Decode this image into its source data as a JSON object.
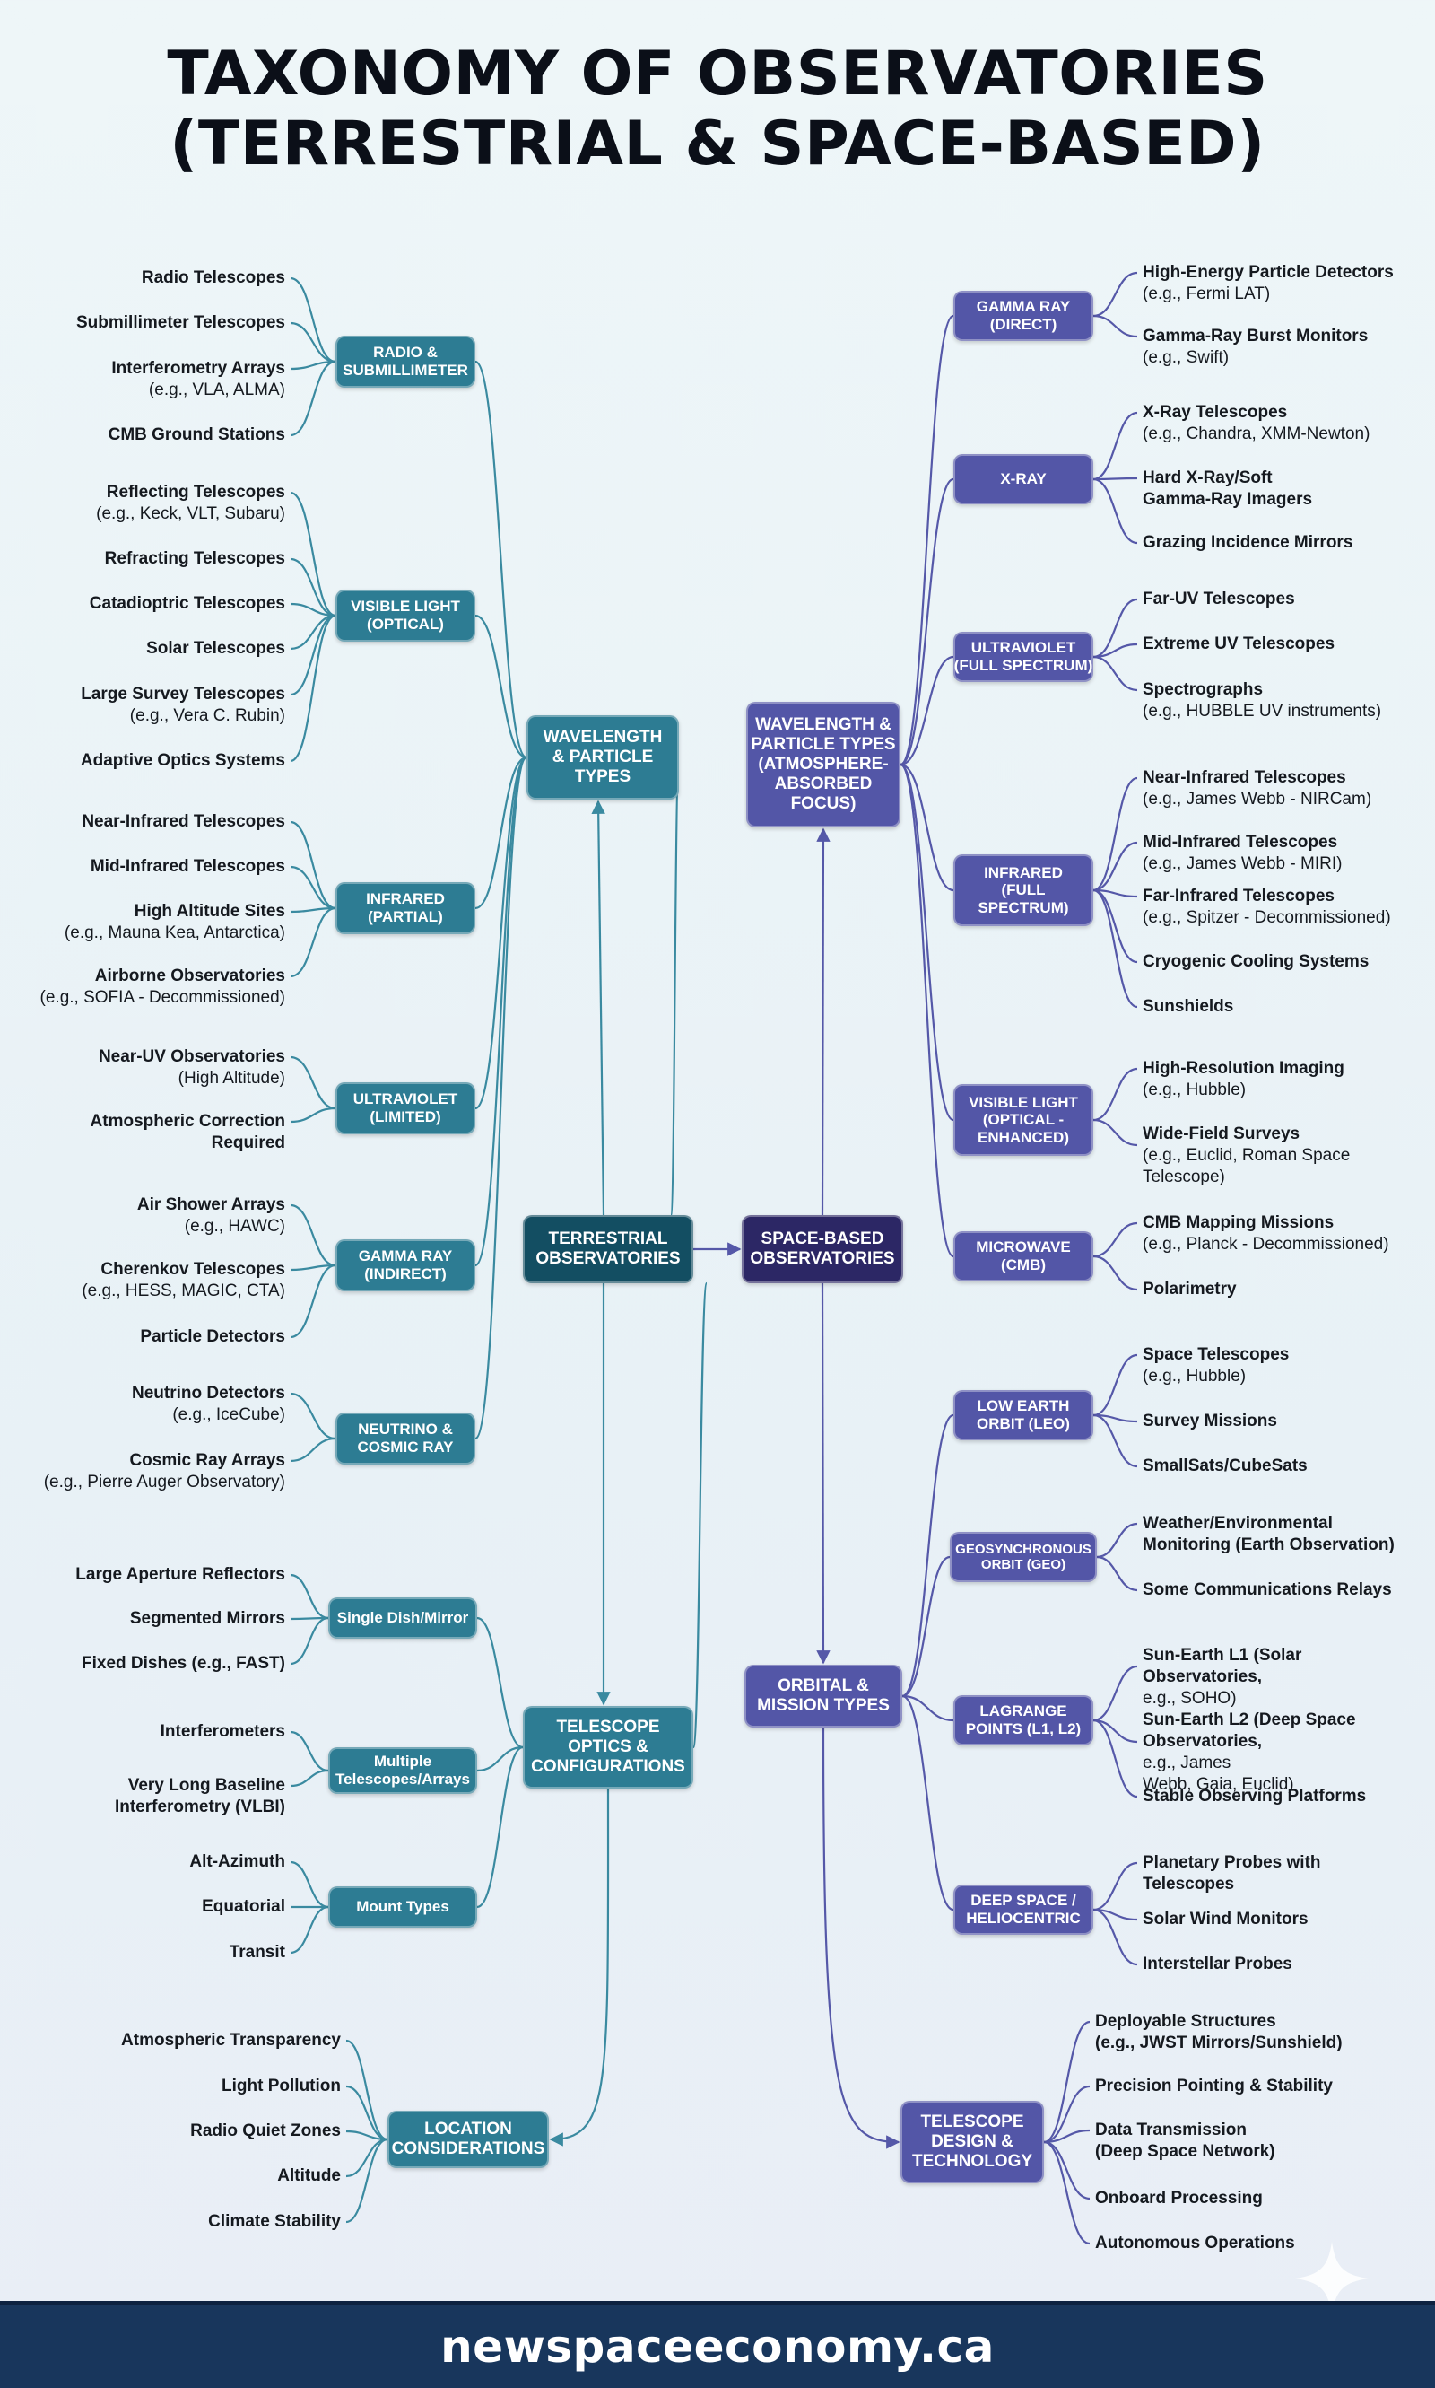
{
  "title": {
    "line1": "TAXONOMY OF OBSERVATORIES",
    "line2": "(TERRESTRIAL & SPACE-BASED)"
  },
  "footer": {
    "text": "newspaceeconomy.ca"
  },
  "colors": {
    "terrestrial": "#2d7c93",
    "space": "#5356a7",
    "terrestrial_root": "#134e62",
    "space_root": "#2c2765",
    "footer": "#18365c"
  },
  "icons": [
    "sparkle-icon"
  ],
  "roots": {
    "terrestrial": [
      "TERRESTRIAL",
      "OBSERVATORIES"
    ],
    "space": [
      "SPACE-BASED",
      "OBSERVATORIES"
    ]
  },
  "terrestrial": {
    "wavelength": {
      "label": [
        "WAVELENGTH",
        "& PARTICLE",
        "TYPES"
      ],
      "groups": [
        {
          "label": [
            "RADIO &",
            "SUBMILLIMETER"
          ],
          "leaves": [
            {
              "t": "Radio Telescopes"
            },
            {
              "t": "Submillimeter Telescopes"
            },
            {
              "t": "Interferometry Arrays",
              "s": "(e.g., VLA, ALMA)"
            },
            {
              "t": "CMB Ground Stations"
            }
          ]
        },
        {
          "label": [
            "VISIBLE LIGHT",
            "(OPTICAL)"
          ],
          "leaves": [
            {
              "t": "Reflecting Telescopes",
              "s": "(e.g., Keck, VLT, Subaru)"
            },
            {
              "t": "Refracting Telescopes"
            },
            {
              "t": "Catadioptric Telescopes"
            },
            {
              "t": "Solar Telescopes"
            },
            {
              "t": "Large Survey Telescopes",
              "s": "(e.g., Vera C. Rubin)"
            },
            {
              "t": "Adaptive Optics Systems"
            }
          ]
        },
        {
          "label": [
            "INFRARED",
            "(PARTIAL)"
          ],
          "leaves": [
            {
              "t": "Near-Infrared Telescopes"
            },
            {
              "t": "Mid-Infrared Telescopes"
            },
            {
              "t": "High Altitude Sites",
              "s": "(e.g., Mauna Kea, Antarctica)"
            },
            {
              "t": "Airborne Observatories",
              "s": "(e.g., SOFIA - Decommissioned)"
            }
          ]
        },
        {
          "label": [
            "ULTRAVIOLET",
            "(LIMITED)"
          ],
          "leaves": [
            {
              "t": "Near-UV Observatories",
              "s": "(High Altitude)"
            },
            {
              "t": "Atmospheric Correction",
              "t2": "Required"
            }
          ]
        },
        {
          "label": [
            "GAMMA RAY",
            "(INDIRECT)"
          ],
          "leaves": [
            {
              "t": "Air Shower Arrays",
              "s": "(e.g., HAWC)"
            },
            {
              "t": "Cherenkov Telescopes",
              "s": "(e.g., HESS, MAGIC, CTA)"
            },
            {
              "t": "Particle Detectors"
            }
          ]
        },
        {
          "label": [
            "NEUTRINO &",
            "COSMIC RAY"
          ],
          "leaves": [
            {
              "t": "Neutrino Detectors",
              "s": "(e.g., IceCube)"
            },
            {
              "t": "Cosmic Ray Arrays",
              "s": "(e.g., Pierre Auger Observatory)"
            }
          ]
        }
      ]
    },
    "optics": {
      "label": [
        "TELESCOPE",
        "OPTICS &",
        "CONFIGURATIONS"
      ],
      "groups": [
        {
          "label": [
            "Single Dish/Mirror"
          ],
          "leaves": [
            {
              "t": "Large Aperture Reflectors"
            },
            {
              "t": "Segmented Mirrors"
            },
            {
              "t": "Fixed Dishes (e.g., FAST)"
            }
          ]
        },
        {
          "label": [
            "Multiple",
            "Telescopes/Arrays"
          ],
          "leaves": [
            {
              "t": "Interferometers"
            },
            {
              "t": "Very Long Baseline",
              "t2": "Interferometry (VLBI)"
            }
          ]
        },
        {
          "label": [
            "Mount Types"
          ],
          "leaves": [
            {
              "t": "Alt-Azimuth"
            },
            {
              "t": "Equatorial"
            },
            {
              "t": "Transit"
            }
          ]
        }
      ]
    },
    "location": {
      "label": [
        "LOCATION",
        "CONSIDERATIONS"
      ],
      "leaves": [
        {
          "t": "Atmospheric Transparency"
        },
        {
          "t": "Light Pollution"
        },
        {
          "t": "Radio Quiet Zones"
        },
        {
          "t": "Altitude"
        },
        {
          "t": "Climate Stability"
        }
      ]
    }
  },
  "space": {
    "wavelength": {
      "label": [
        "WAVELENGTH &",
        "PARTICLE TYPES",
        "(ATMOSPHERE-",
        "ABSORBED",
        "FOCUS)"
      ],
      "groups": [
        {
          "label": [
            "GAMMA RAY",
            "(DIRECT)"
          ],
          "leaves": [
            {
              "t": "High-Energy Particle Detectors",
              "s": "(e.g., Fermi LAT)"
            },
            {
              "t": "Gamma-Ray Burst Monitors",
              "s": "(e.g., Swift)"
            }
          ]
        },
        {
          "label": [
            "X-RAY"
          ],
          "leaves": [
            {
              "t": "X-Ray Telescopes",
              "s": "(e.g., Chandra, XMM-Newton)"
            },
            {
              "t": "Hard X-Ray/Soft",
              "t2": "Gamma-Ray Imagers"
            },
            {
              "t": "Grazing Incidence Mirrors"
            }
          ]
        },
        {
          "label": [
            "ULTRAVIOLET",
            "(FULL SPECTRUM)"
          ],
          "leaves": [
            {
              "t": "Far-UV Telescopes"
            },
            {
              "t": "Extreme UV Telescopes"
            },
            {
              "t": "Spectrographs",
              "s": "(e.g., HUBBLE UV instruments)"
            }
          ]
        },
        {
          "label": [
            "INFRARED",
            "(FULL",
            "SPECTRUM)"
          ],
          "leaves": [
            {
              "t": "Near-Infrared Telescopes",
              "s": "(e.g., James Webb - NIRCam)"
            },
            {
              "t": "Mid-Infrared Telescopes",
              "s": "(e.g., James Webb - MIRI)"
            },
            {
              "t": "Far-Infrared Telescopes",
              "s": "(e.g., Spitzer - Decommissioned)"
            },
            {
              "t": "Cryogenic Cooling Systems"
            },
            {
              "t": "Sunshields"
            }
          ]
        },
        {
          "label": [
            "VISIBLE LIGHT",
            "(OPTICAL -",
            "ENHANCED)"
          ],
          "leaves": [
            {
              "t": "High-Resolution Imaging",
              "s": "(e.g., Hubble)"
            },
            {
              "t": "Wide-Field Surveys",
              "s": "(e.g., Euclid, Roman Space",
              "s2": "Telescope)"
            }
          ]
        },
        {
          "label": [
            "MICROWAVE",
            "(CMB)"
          ],
          "leaves": [
            {
              "t": "CMB Mapping Missions",
              "s": "(e.g., Planck - Decommissioned)"
            },
            {
              "t": "Polarimetry"
            }
          ]
        }
      ]
    },
    "orbital": {
      "label": [
        "ORBITAL &",
        "MISSION TYPES"
      ],
      "groups": [
        {
          "label": [
            "LOW EARTH",
            "ORBIT (LEO)"
          ],
          "leaves": [
            {
              "t": "Space Telescopes",
              "s": "(e.g., Hubble)"
            },
            {
              "t": "Survey Missions"
            },
            {
              "t": "SmallSats/CubeSats"
            }
          ]
        },
        {
          "label": [
            "GEOSYNCHRONOUS",
            "ORBIT (GEO)"
          ],
          "leaves": [
            {
              "t": "Weather/Environmental",
              "t2": "Monitoring (Earth Observation)"
            },
            {
              "t": "Some Communications Relays"
            }
          ]
        },
        {
          "label": [
            "LAGRANGE",
            "POINTS (L1, L2)"
          ],
          "leaves": [
            {
              "t": "Sun-Earth L1 (Solar",
              "t2": "Observatories,",
              "s": " e.g., SOHO)"
            },
            {
              "t": "Sun-Earth L2 (Deep Space",
              "t2": "Observatories,",
              "s": " e.g., James",
              "s2": "Webb, Gaia, Euclid)"
            },
            {
              "t": "Stable Observing Platforms"
            }
          ]
        },
        {
          "label": [
            "DEEP SPACE /",
            "HELIOCENTRIC"
          ],
          "leaves": [
            {
              "t": "Planetary Probes with",
              "t2": "Telescopes"
            },
            {
              "t": "Solar Wind Monitors"
            },
            {
              "t": "Interstellar Probes"
            }
          ]
        }
      ]
    },
    "design": {
      "label": [
        "TELESCOPE",
        "DESIGN &",
        "TECHNOLOGY"
      ],
      "leaves": [
        {
          "t": "Deployable Structures",
          "t2": "(e.g., JWST Mirrors/Sunshield)"
        },
        {
          "t": "Precision Pointing & Stability"
        },
        {
          "t": "Data Transmission",
          "t2": "(Deep Space Network)"
        },
        {
          "t": "Onboard Processing"
        },
        {
          "t": "Autonomous Operations"
        }
      ]
    }
  }
}
